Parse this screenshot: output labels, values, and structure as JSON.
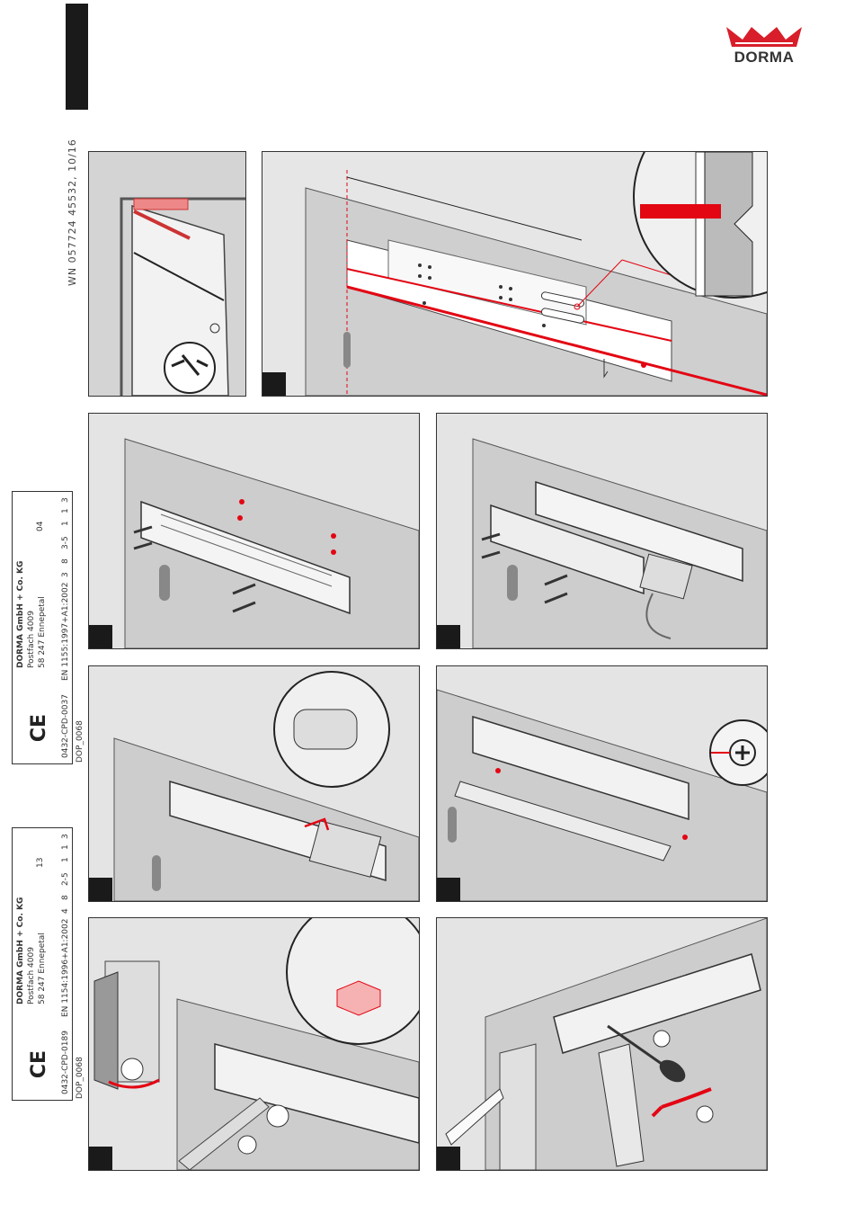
{
  "brand": {
    "name": "DORMA",
    "color": "#d81e2a"
  },
  "doc_id": "WN 057724 45532, 10/16",
  "cert_blocks": [
    {
      "mark": "CE",
      "cert_no": "0432-CPD-0037",
      "standard": "EN 1155:1997+A1:2002",
      "company": "DORMA GmbH + Co. KG",
      "address1": "Postfach 4009",
      "address2": "58 247 Ennepetal",
      "year": "04",
      "codes_row1": [
        "3",
        "8",
        "3-5",
        "1",
        "1",
        "3"
      ],
      "dop": "DOP_0068"
    },
    {
      "mark": "CE",
      "cert_no": "0432-CPD-0189",
      "standard": "EN 1154:1996+A1:2002",
      "company": "DORMA GmbH + Co. KG",
      "address1": "Postfach 4009",
      "address2": "58 247 Ennepetal",
      "year": "13",
      "codes_row1": [
        "4",
        "8",
        "2-5",
        "1",
        "1",
        "3"
      ],
      "dop": "DOP_0068"
    }
  ],
  "colors": {
    "accent": "#e30613",
    "wall": "#c8c8c8",
    "panel_bg": "#d9d9d9",
    "dark": "#1a1a1a"
  }
}
